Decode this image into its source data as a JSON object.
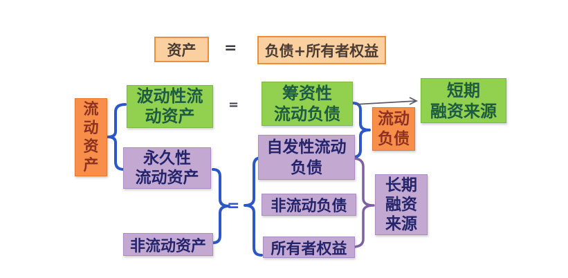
{
  "colors": {
    "light_orange_fill": "#fbd0a0",
    "light_orange_border": "#ec8c3d",
    "orange_fill": "#f78f4a",
    "orange_text": "#8d3120",
    "green_fill": "#92d050",
    "green_text": "#1d5c43",
    "purple_fill": "#c3a9d1",
    "purple_text": "#23246b",
    "connector_blue": "#2b57c8",
    "connector_purple": "#7d60a4",
    "arrow_gray": "#5a5a66",
    "equals_dark": "#3c3c46"
  },
  "equation": {
    "assets": "资产",
    "equals": "=",
    "liabilities_plus_equity": "负债+所有者权益"
  },
  "boxes": {
    "current_assets": "流\n动\n资\n产",
    "volatile_current_assets": "波动性流\n动资产",
    "permanent_current_assets": "永久性\n流动资产",
    "noncurrent_assets": "非流动资产",
    "financing_current_liabilities": "筹资性\n流动负债",
    "spontaneous_current_liabilities": "自发性流动\n负债",
    "current_liabilities": "流动\n负债",
    "noncurrent_liabilities": "非流动负债",
    "owners_equity": "所有者权益",
    "short_term_financing": "短期\n融资来源",
    "long_term_financing": "长期\n融资\n来源"
  },
  "operators": {
    "eq_mid": "=",
    "eq_bottom": "="
  }
}
